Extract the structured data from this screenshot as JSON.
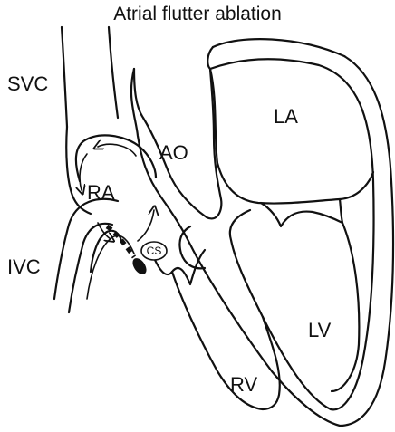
{
  "title": "Atrial flutter ablation",
  "labels": {
    "svc": "SVC",
    "ivc": "IVC",
    "ra": "RA",
    "ao": "AO",
    "la": "LA",
    "lv": "LV",
    "rv": "RV",
    "cs": "CS"
  }
}
